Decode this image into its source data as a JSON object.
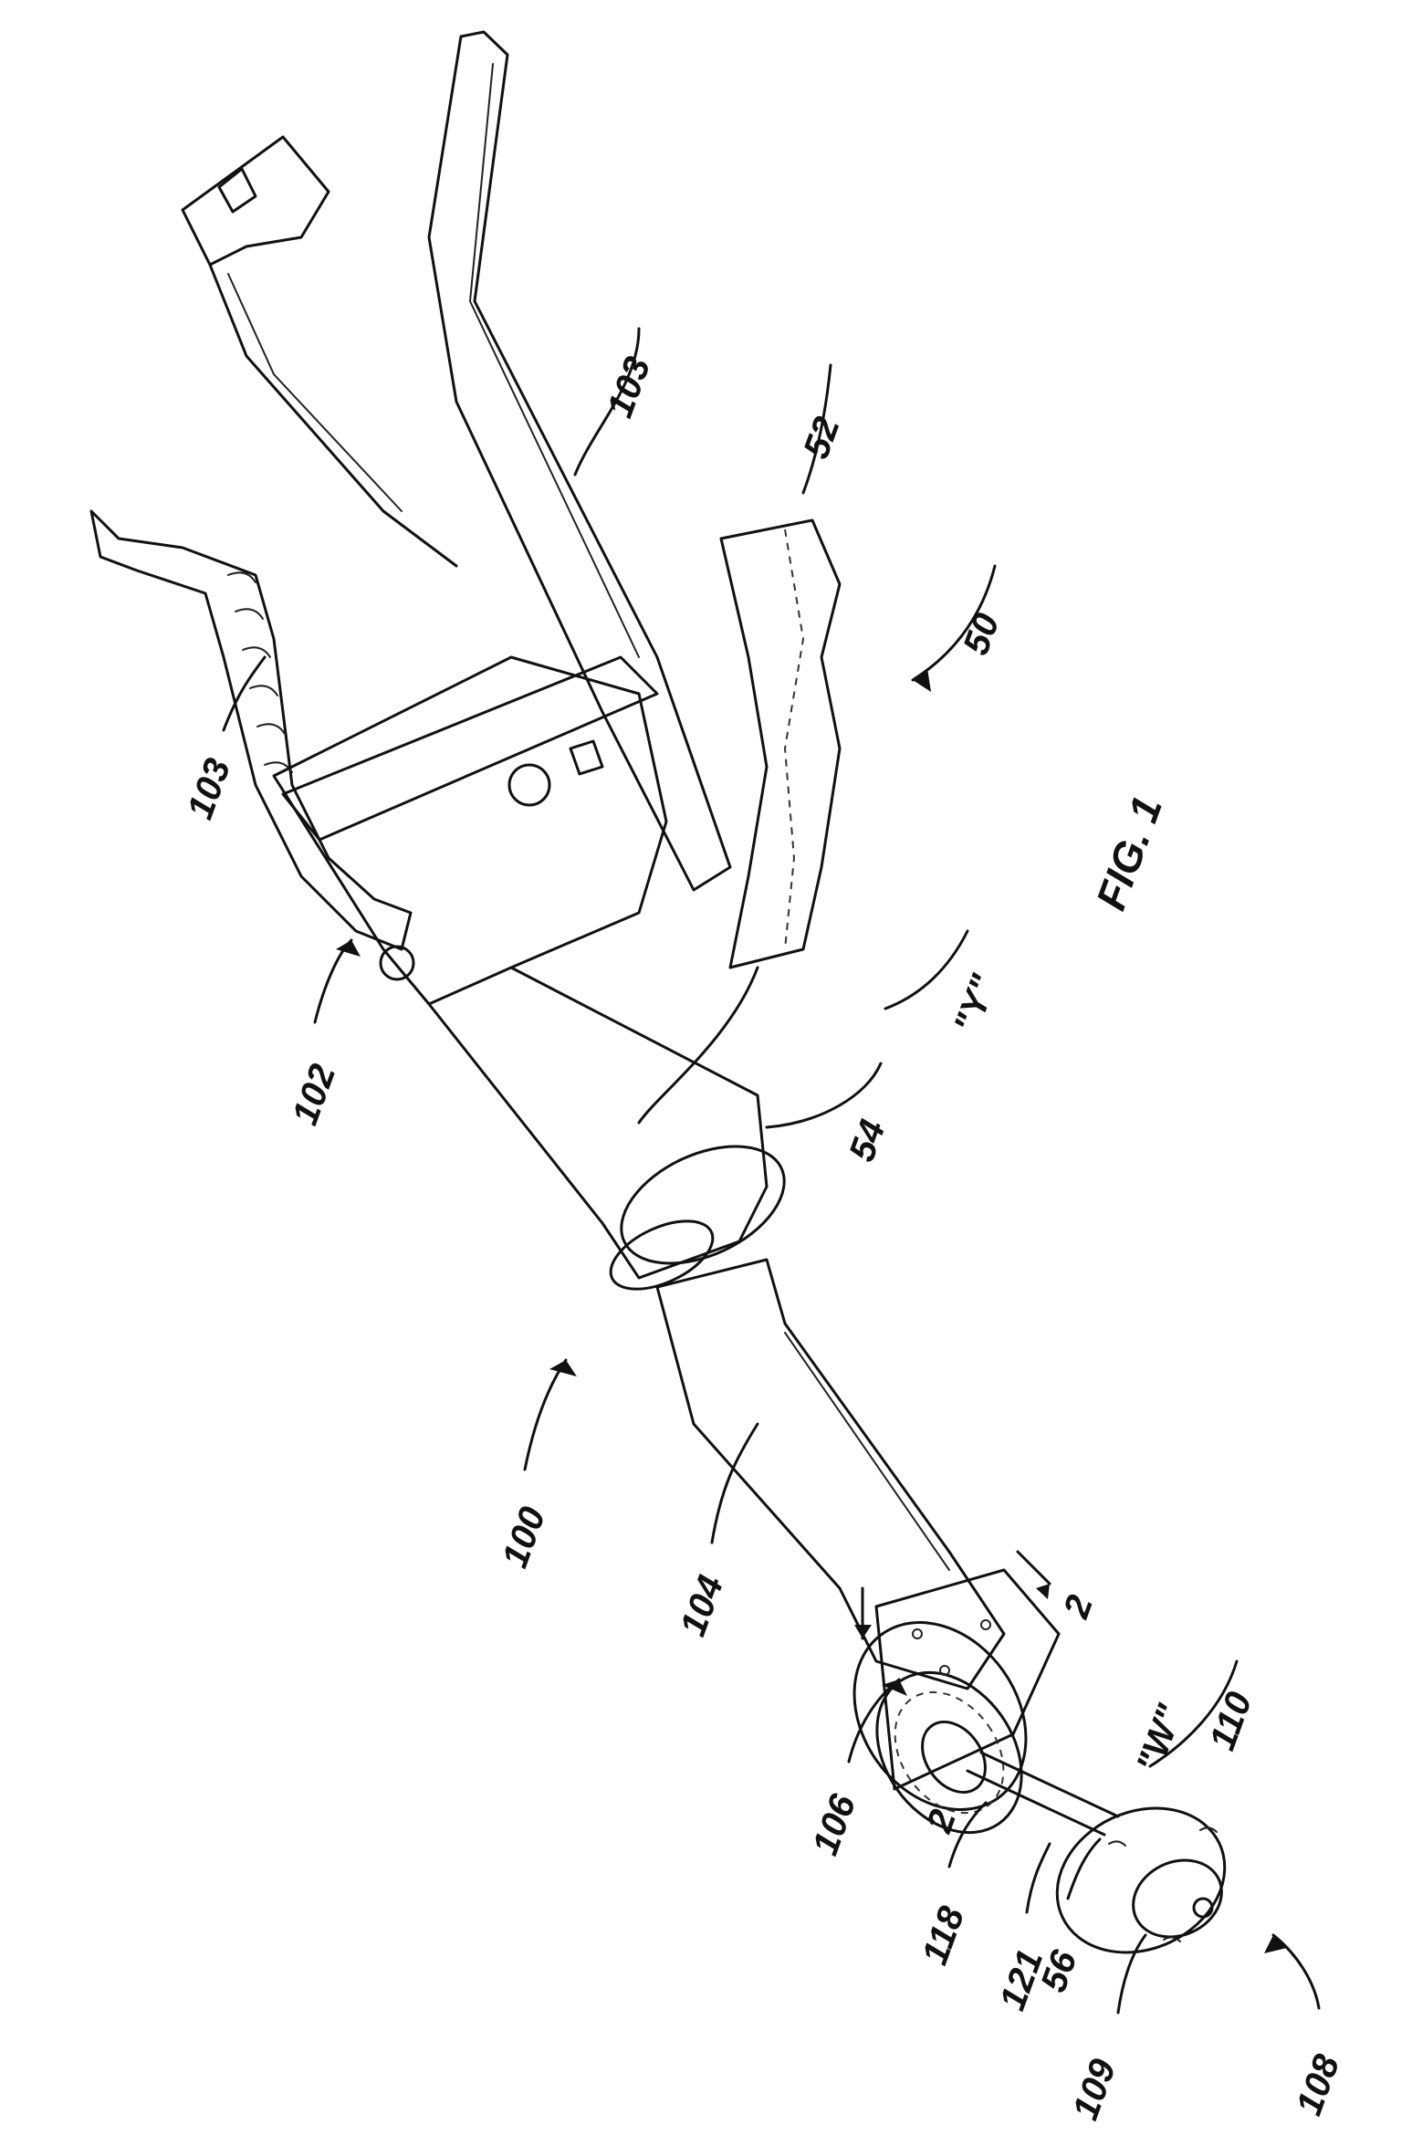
{
  "figure": {
    "caption": "FIG. 1",
    "labels": {
      "l100": "100",
      "l102": "102",
      "l103a": "103",
      "l103b": "103",
      "l104": "104",
      "l106": "106",
      "l108": "108",
      "l109": "109",
      "l110": "110",
      "l118": "118",
      "l121": "121",
      "l56": "56",
      "l2a": "2",
      "l2b": "2",
      "lW": "\"W\"",
      "l50": "50",
      "l52": "52",
      "l54": "54",
      "lY": "\"Y\""
    }
  }
}
